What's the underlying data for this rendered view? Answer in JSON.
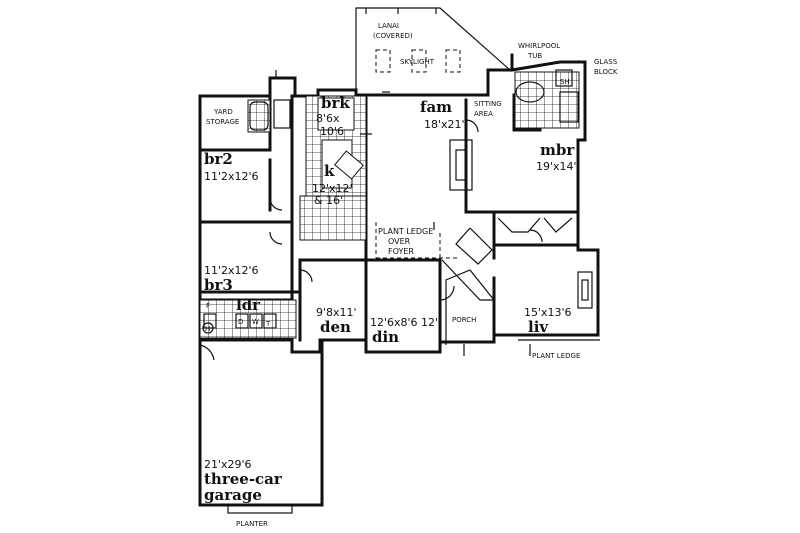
{
  "rooms": {
    "brk": {
      "name": "brk",
      "dims": "8'6x",
      "dims2": "10'6"
    },
    "fam": {
      "name": "fam",
      "dims": "18'x21'"
    },
    "mbr": {
      "name": "mbr",
      "dims": "19'x14'"
    },
    "br2": {
      "name": "br2",
      "dims": "11'2x12'6"
    },
    "k": {
      "name": "k",
      "dims": "12'x12'",
      "dims2": "& 16'"
    },
    "br3": {
      "name": "br3",
      "dims": "11'2x12'6"
    },
    "ldr": {
      "name": "ldr"
    },
    "den": {
      "name": "den",
      "dims": "9'8x11'"
    },
    "din": {
      "name": "din",
      "dims": "12'6x8'6 12'"
    },
    "liv": {
      "name": "liv",
      "dims": "15'x13'6"
    },
    "garage": {
      "name": "three-car",
      "name2": "garage",
      "dims": "21'x29'6"
    }
  },
  "labels": {
    "lanai": "LANAI",
    "lanai_sub": "(COVERED)",
    "skylight": "SKYLIGHT",
    "whirlpool": "WHIRLPOOL",
    "tub": "TUB",
    "glass": "GLASS",
    "block": "BLOCK",
    "yard": "YARD",
    "storage": "STORAGE",
    "sitting": "SITTING",
    "area": "AREA",
    "plant_ledge_over": "PLANT LEDGE",
    "over": "OVER",
    "foyer": "FOYER",
    "porch": "PORCH",
    "plant_ledge": "PLANT LEDGE",
    "planter": "PLANTER",
    "sh": "SH",
    "f": "F",
    "h": "H",
    "d": "D",
    "w": "W",
    "t": "T"
  }
}
